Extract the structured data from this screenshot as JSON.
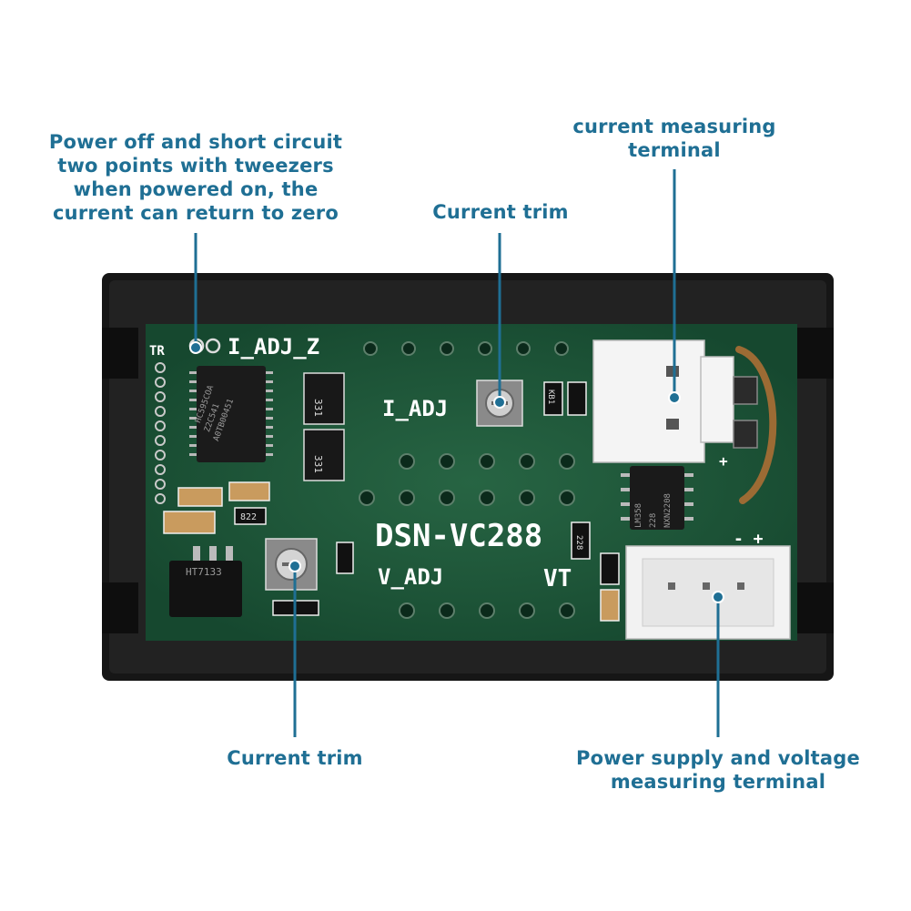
{
  "annotations": {
    "short_circuit": {
      "lines": [
        "Power off and short circuit",
        "two points with tweezers",
        "when powered on, the",
        "current can return to zero"
      ]
    },
    "current_measuring": {
      "lines": [
        "current measuring",
        "terminal"
      ]
    },
    "current_trim_top": {
      "lines": [
        "Current trim"
      ]
    },
    "current_trim_bottom": {
      "lines": [
        "Current trim"
      ]
    },
    "power_supply": {
      "lines": [
        "Power supply and voltage",
        "measuring terminal"
      ]
    }
  },
  "board": {
    "model": "DSN-VC288",
    "i_adj_z": "I_ADJ_Z",
    "i_adj": "I_ADJ",
    "v_adj": "V_ADJ",
    "vt": "VT",
    "tr": "TR",
    "chip_main": [
      "HC595COA",
      "Z2C541",
      "A0TB00451"
    ],
    "chip_lm": [
      "LM358",
      "228",
      "NXN2208"
    ],
    "resistor_331a": "331",
    "resistor_331b": "331",
    "resistor_822": "822",
    "resistor_228": "228",
    "resistor_kb1": "KB1",
    "regulator": "HT7133"
  },
  "colors": {
    "accent": "#1f6f94",
    "pcb": "#1f5a3a",
    "bezel": "#1a1a1a"
  }
}
